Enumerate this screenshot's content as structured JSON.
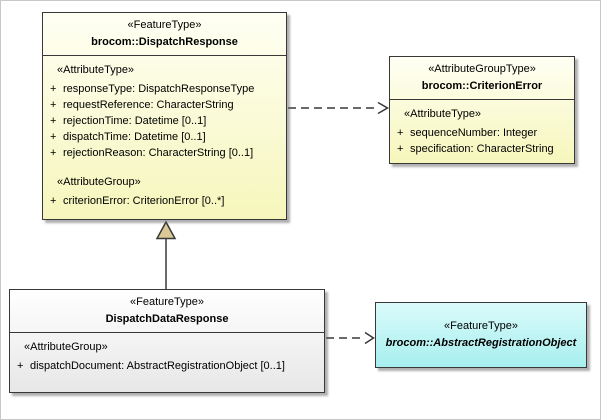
{
  "colors": {
    "background": "#FFFFFF",
    "border": "#383838",
    "class_fill_yellow": "#F6F6BC",
    "class_fill_gray": "#E7E7E7",
    "class_fill_cyan": "#A7EEEE",
    "generalization_arrow_fill": "#DBC896",
    "shadow": "#9E9E9E"
  },
  "classes": {
    "dispatch_response": {
      "stereotype": "«FeatureType»",
      "name": "brocom::DispatchResponse",
      "section1_title": "«AttributeType»",
      "section1_rows": [
        {
          "vis": "+",
          "text": "responseType: DispatchResponseType"
        },
        {
          "vis": "+",
          "text": "requestReference: CharacterString"
        },
        {
          "vis": "+",
          "text": "rejectionTime: Datetime [0..1]"
        },
        {
          "vis": "+",
          "text": "dispatchTime: Datetime [0..1]"
        },
        {
          "vis": "+",
          "text": "rejectionReason: CharacterString [0..1]"
        }
      ],
      "section2_title": "«AttributeGroup»",
      "section2_rows": [
        {
          "vis": "+",
          "text": "criterionError: CriterionError [0..*]"
        }
      ]
    },
    "criterion_error": {
      "stereotype": "«AttributeGroupType»",
      "name": "brocom::CriterionError",
      "section1_title": "«AttributeType»",
      "section1_rows": [
        {
          "vis": "+",
          "text": "sequenceNumber: Integer"
        },
        {
          "vis": "+",
          "text": "specification: CharacterString"
        }
      ]
    },
    "dispatch_data_response": {
      "stereotype": "«FeatureType»",
      "name": "DispatchDataResponse",
      "section1_title": "«AttributeGroup»",
      "section1_rows": [
        {
          "vis": "+",
          "text": "dispatchDocument: AbstractRegistrationObject [0..1]"
        }
      ]
    },
    "abstract_registration_object": {
      "stereotype": "«FeatureType»",
      "name": "brocom::AbstractRegistrationObject"
    }
  },
  "connectors": [
    {
      "kind": "generalization",
      "from": "DispatchDataResponse",
      "to": "brocom::DispatchResponse",
      "line": "solid",
      "arrowhead": "hollow-triangle"
    },
    {
      "kind": "dependency",
      "from": "brocom::DispatchResponse",
      "to": "brocom::CriterionError",
      "line": "dashed",
      "arrowhead": "open"
    },
    {
      "kind": "dependency",
      "from": "DispatchDataResponse",
      "to": "brocom::AbstractRegistrationObject",
      "line": "dashed",
      "arrowhead": "open"
    }
  ]
}
